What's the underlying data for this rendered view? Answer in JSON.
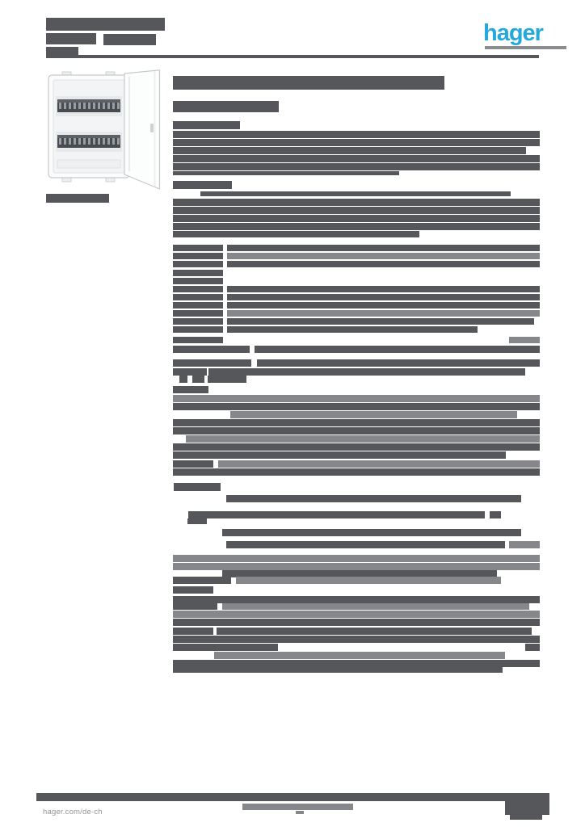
{
  "header": {
    "logo_text": "hager",
    "brand_color": "#25a9dc"
  },
  "footer": {
    "url": "hager.com/de-ch"
  },
  "product_photo": {
    "description": "white wall-mounted distribution board, 2 DIN rows, door open to the right"
  },
  "redaction": {
    "dark": "#55575a",
    "light": "#85878a",
    "bars": [
      [
        57,
        22,
        147,
        16,
        0
      ],
      [
        57,
        41,
        62,
        14,
        0
      ],
      [
        128,
        42,
        65,
        14,
        0
      ],
      [
        57,
        58,
        40,
        10,
        0
      ],
      [
        57,
        68,
        610,
        4,
        0
      ],
      [
        57,
        240,
        78,
        11,
        0
      ],
      [
        214,
        94,
        336,
        17,
        0
      ],
      [
        214,
        125,
        131,
        14,
        0
      ],
      [
        214,
        150,
        83,
        10,
        0
      ],
      [
        214,
        162,
        454,
        9,
        0
      ],
      [
        214,
        172,
        454,
        9,
        0
      ],
      [
        214,
        182,
        437,
        9,
        0
      ],
      [
        214,
        192,
        454,
        9,
        0
      ],
      [
        214,
        202,
        454,
        9,
        0
      ],
      [
        214,
        212,
        280,
        5,
        0
      ],
      [
        214,
        224,
        73,
        10,
        0
      ],
      [
        248,
        237,
        384,
        6,
        0
      ],
      [
        214,
        246,
        454,
        9,
        0
      ],
      [
        214,
        256,
        454,
        9,
        0
      ],
      [
        214,
        266,
        454,
        9,
        0
      ],
      [
        214,
        276,
        454,
        9,
        0
      ],
      [
        214,
        286,
        305,
        8,
        0
      ],
      [
        214,
        303,
        62,
        8,
        0
      ],
      [
        281,
        303,
        387,
        8,
        0
      ],
      [
        214,
        313,
        62,
        8,
        0
      ],
      [
        281,
        313,
        387,
        8,
        1
      ],
      [
        214,
        323,
        62,
        8,
        0
      ],
      [
        281,
        323,
        387,
        8,
        0
      ],
      [
        214,
        334,
        62,
        8,
        0
      ],
      [
        214,
        344,
        62,
        8,
        0
      ],
      [
        214,
        354,
        62,
        8,
        0
      ],
      [
        281,
        354,
        387,
        8,
        0
      ],
      [
        214,
        364,
        62,
        8,
        0
      ],
      [
        281,
        364,
        387,
        8,
        0
      ],
      [
        214,
        374,
        62,
        8,
        0
      ],
      [
        281,
        374,
        387,
        8,
        0
      ],
      [
        214,
        384,
        62,
        8,
        0
      ],
      [
        281,
        384,
        387,
        8,
        1
      ],
      [
        214,
        394,
        62,
        8,
        0
      ],
      [
        281,
        394,
        380,
        8,
        0
      ],
      [
        214,
        404,
        62,
        8,
        0
      ],
      [
        281,
        404,
        310,
        8,
        0
      ],
      [
        214,
        417,
        62,
        8,
        0
      ],
      [
        630,
        417,
        38,
        8,
        1
      ],
      [
        214,
        428,
        95,
        9,
        0
      ],
      [
        315,
        428,
        353,
        9,
        0
      ],
      [
        214,
        445,
        97,
        9,
        0
      ],
      [
        318,
        445,
        350,
        9,
        0
      ],
      [
        214,
        456,
        42,
        9,
        0
      ],
      [
        258,
        456,
        392,
        9,
        0
      ],
      [
        222,
        465,
        10,
        9,
        0
      ],
      [
        238,
        465,
        15,
        9,
        0
      ],
      [
        257,
        465,
        48,
        9,
        0
      ],
      [
        214,
        478,
        44,
        9,
        0
      ],
      [
        214,
        489,
        454,
        9,
        1
      ],
      [
        214,
        499,
        454,
        9,
        0
      ],
      [
        285,
        509,
        355,
        9,
        1
      ],
      [
        214,
        519,
        454,
        9,
        0
      ],
      [
        214,
        529,
        454,
        9,
        0
      ],
      [
        230,
        539,
        438,
        9,
        1
      ],
      [
        214,
        549,
        454,
        9,
        0
      ],
      [
        214,
        559,
        412,
        9,
        0
      ],
      [
        214,
        570,
        50,
        9,
        0
      ],
      [
        270,
        570,
        398,
        9,
        1
      ],
      [
        214,
        580,
        454,
        9,
        0
      ],
      [
        215,
        598,
        58,
        10,
        0
      ],
      [
        280,
        613,
        365,
        9,
        0
      ],
      [
        233,
        633,
        367,
        9,
        0
      ],
      [
        606,
        633,
        14,
        9,
        0
      ],
      [
        232,
        642,
        24,
        7,
        0
      ],
      [
        275,
        655,
        370,
        9,
        0
      ],
      [
        280,
        670,
        345,
        9,
        0
      ],
      [
        630,
        670,
        38,
        9,
        1
      ],
      [
        214,
        687,
        454,
        9,
        1
      ],
      [
        214,
        697,
        454,
        9,
        1
      ],
      [
        275,
        706,
        340,
        9,
        0
      ],
      [
        214,
        714,
        72,
        9,
        0
      ],
      [
        292,
        714,
        328,
        9,
        1
      ],
      [
        214,
        726,
        50,
        9,
        0
      ],
      [
        214,
        738,
        454,
        9,
        0
      ],
      [
        214,
        746,
        55,
        9,
        0
      ],
      [
        275,
        747,
        380,
        8,
        1
      ],
      [
        214,
        756,
        454,
        9,
        1
      ],
      [
        214,
        766,
        454,
        9,
        0
      ],
      [
        214,
        777,
        50,
        9,
        0
      ],
      [
        268,
        777,
        390,
        9,
        0
      ],
      [
        214,
        787,
        454,
        9,
        0
      ],
      [
        214,
        797,
        130,
        9,
        0
      ],
      [
        650,
        797,
        18,
        9,
        0
      ],
      [
        265,
        807,
        360,
        9,
        1
      ],
      [
        214,
        817,
        454,
        9,
        0
      ],
      [
        214,
        826,
        408,
        7,
        0
      ],
      [
        45,
        982,
        635,
        10,
        0
      ],
      [
        300,
        995,
        137,
        8,
        1
      ],
      [
        366,
        1004,
        10,
        4,
        1
      ],
      [
        625,
        985,
        55,
        24,
        0
      ],
      [
        631,
        1009,
        40,
        6,
        0
      ]
    ]
  }
}
